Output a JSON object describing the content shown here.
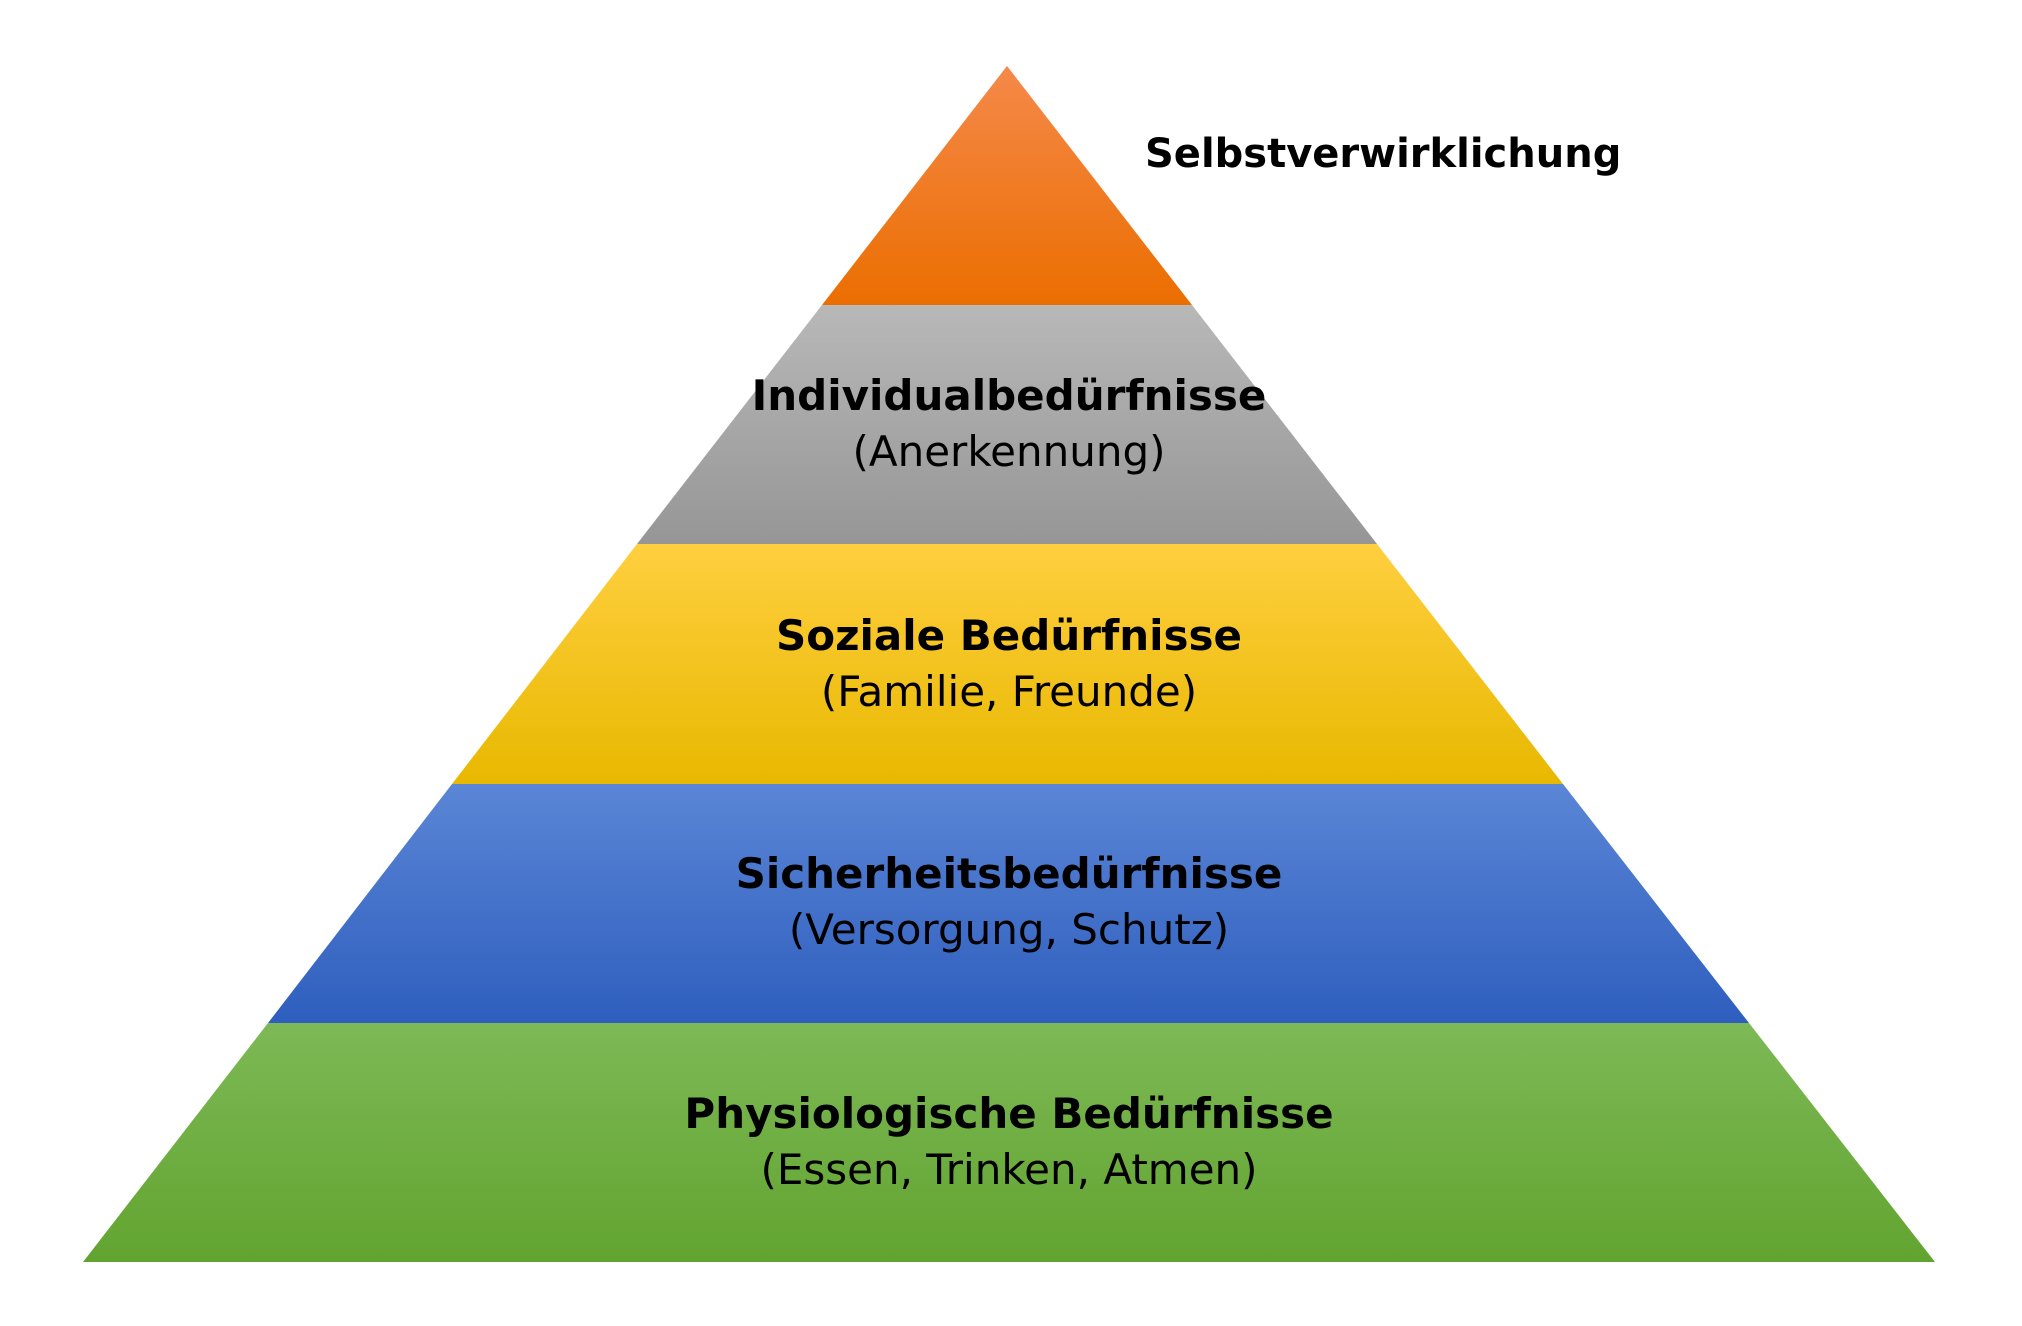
{
  "diagram": {
    "type": "pyramid",
    "levels": [
      {
        "id": "selbstverwirklichung",
        "title": "Selbstverwirklichung",
        "subtitle": "",
        "color_top": "#F5894A",
        "color_bottom": "#EB6E00"
      },
      {
        "id": "individual",
        "title": "Individualbedürfnisse",
        "subtitle": "(Anerkennung)",
        "color_top": "#B8B8B8",
        "color_bottom": "#969696"
      },
      {
        "id": "sozial",
        "title": "Soziale Bedürfnisse",
        "subtitle": "(Familie, Freunde)",
        "color_top": "#FFCF40",
        "color_bottom": "#E8B800"
      },
      {
        "id": "sicherheit",
        "title": "Sicherheitsbedürfnisse",
        "subtitle": "(Versorgung, Schutz)",
        "color_top": "#5B86D6",
        "color_bottom": "#2E5EBE"
      },
      {
        "id": "physiologisch",
        "title": "Physiologische Bedürfnisse",
        "subtitle": "(Essen, Trinken, Atmen)",
        "color_top": "#7DB956",
        "color_bottom": "#62A430"
      }
    ]
  }
}
